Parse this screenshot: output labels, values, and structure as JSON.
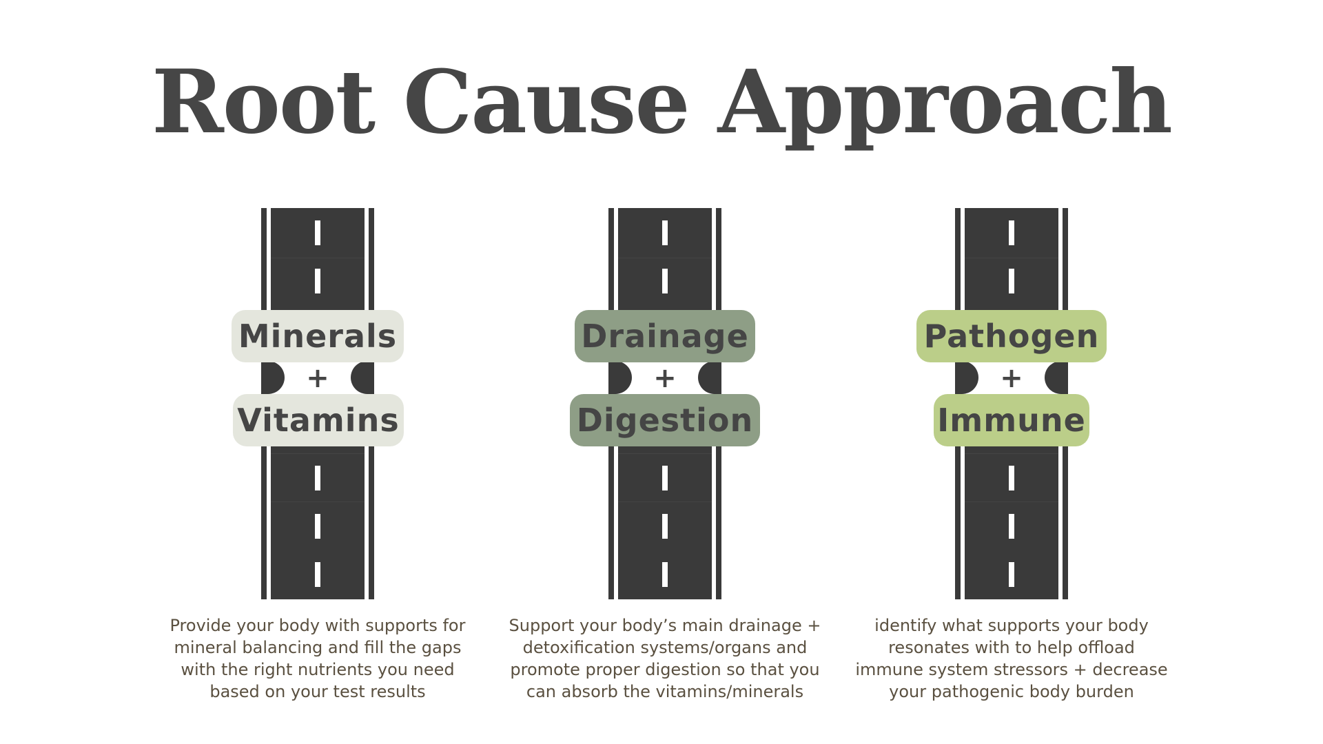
{
  "title": "Root Cause Approach",
  "colors": {
    "road": "#3a3a3a",
    "pill_minerals": "#e4e6dd",
    "pill_drainage": "#8e9e86",
    "pill_pathogen": "#bbce89",
    "text_dark": "#454545",
    "desc_text": "#5a5040"
  },
  "columns": [
    {
      "top_label": "Minerals",
      "connector": "+",
      "bottom_label": "Vitamins",
      "description": [
        "Provide your body with supports for",
        "mineral balancing and fill the gaps",
        "with the right nutrients you need",
        "based on your test results"
      ]
    },
    {
      "top_label": "Drainage",
      "connector": "+",
      "bottom_label": "Digestion",
      "description": [
        "Support your body’s main drainage +",
        "detoxification systems/organs and",
        "promote proper digestion so that you",
        "can absorb the vitamins/minerals"
      ]
    },
    {
      "top_label": "Pathogen",
      "connector": "+",
      "bottom_label": "Immune",
      "description": [
        "identify what supports your body",
        "resonates with to help offload",
        "immune system stressors + decrease",
        "your pathogenic body burden"
      ]
    }
  ]
}
